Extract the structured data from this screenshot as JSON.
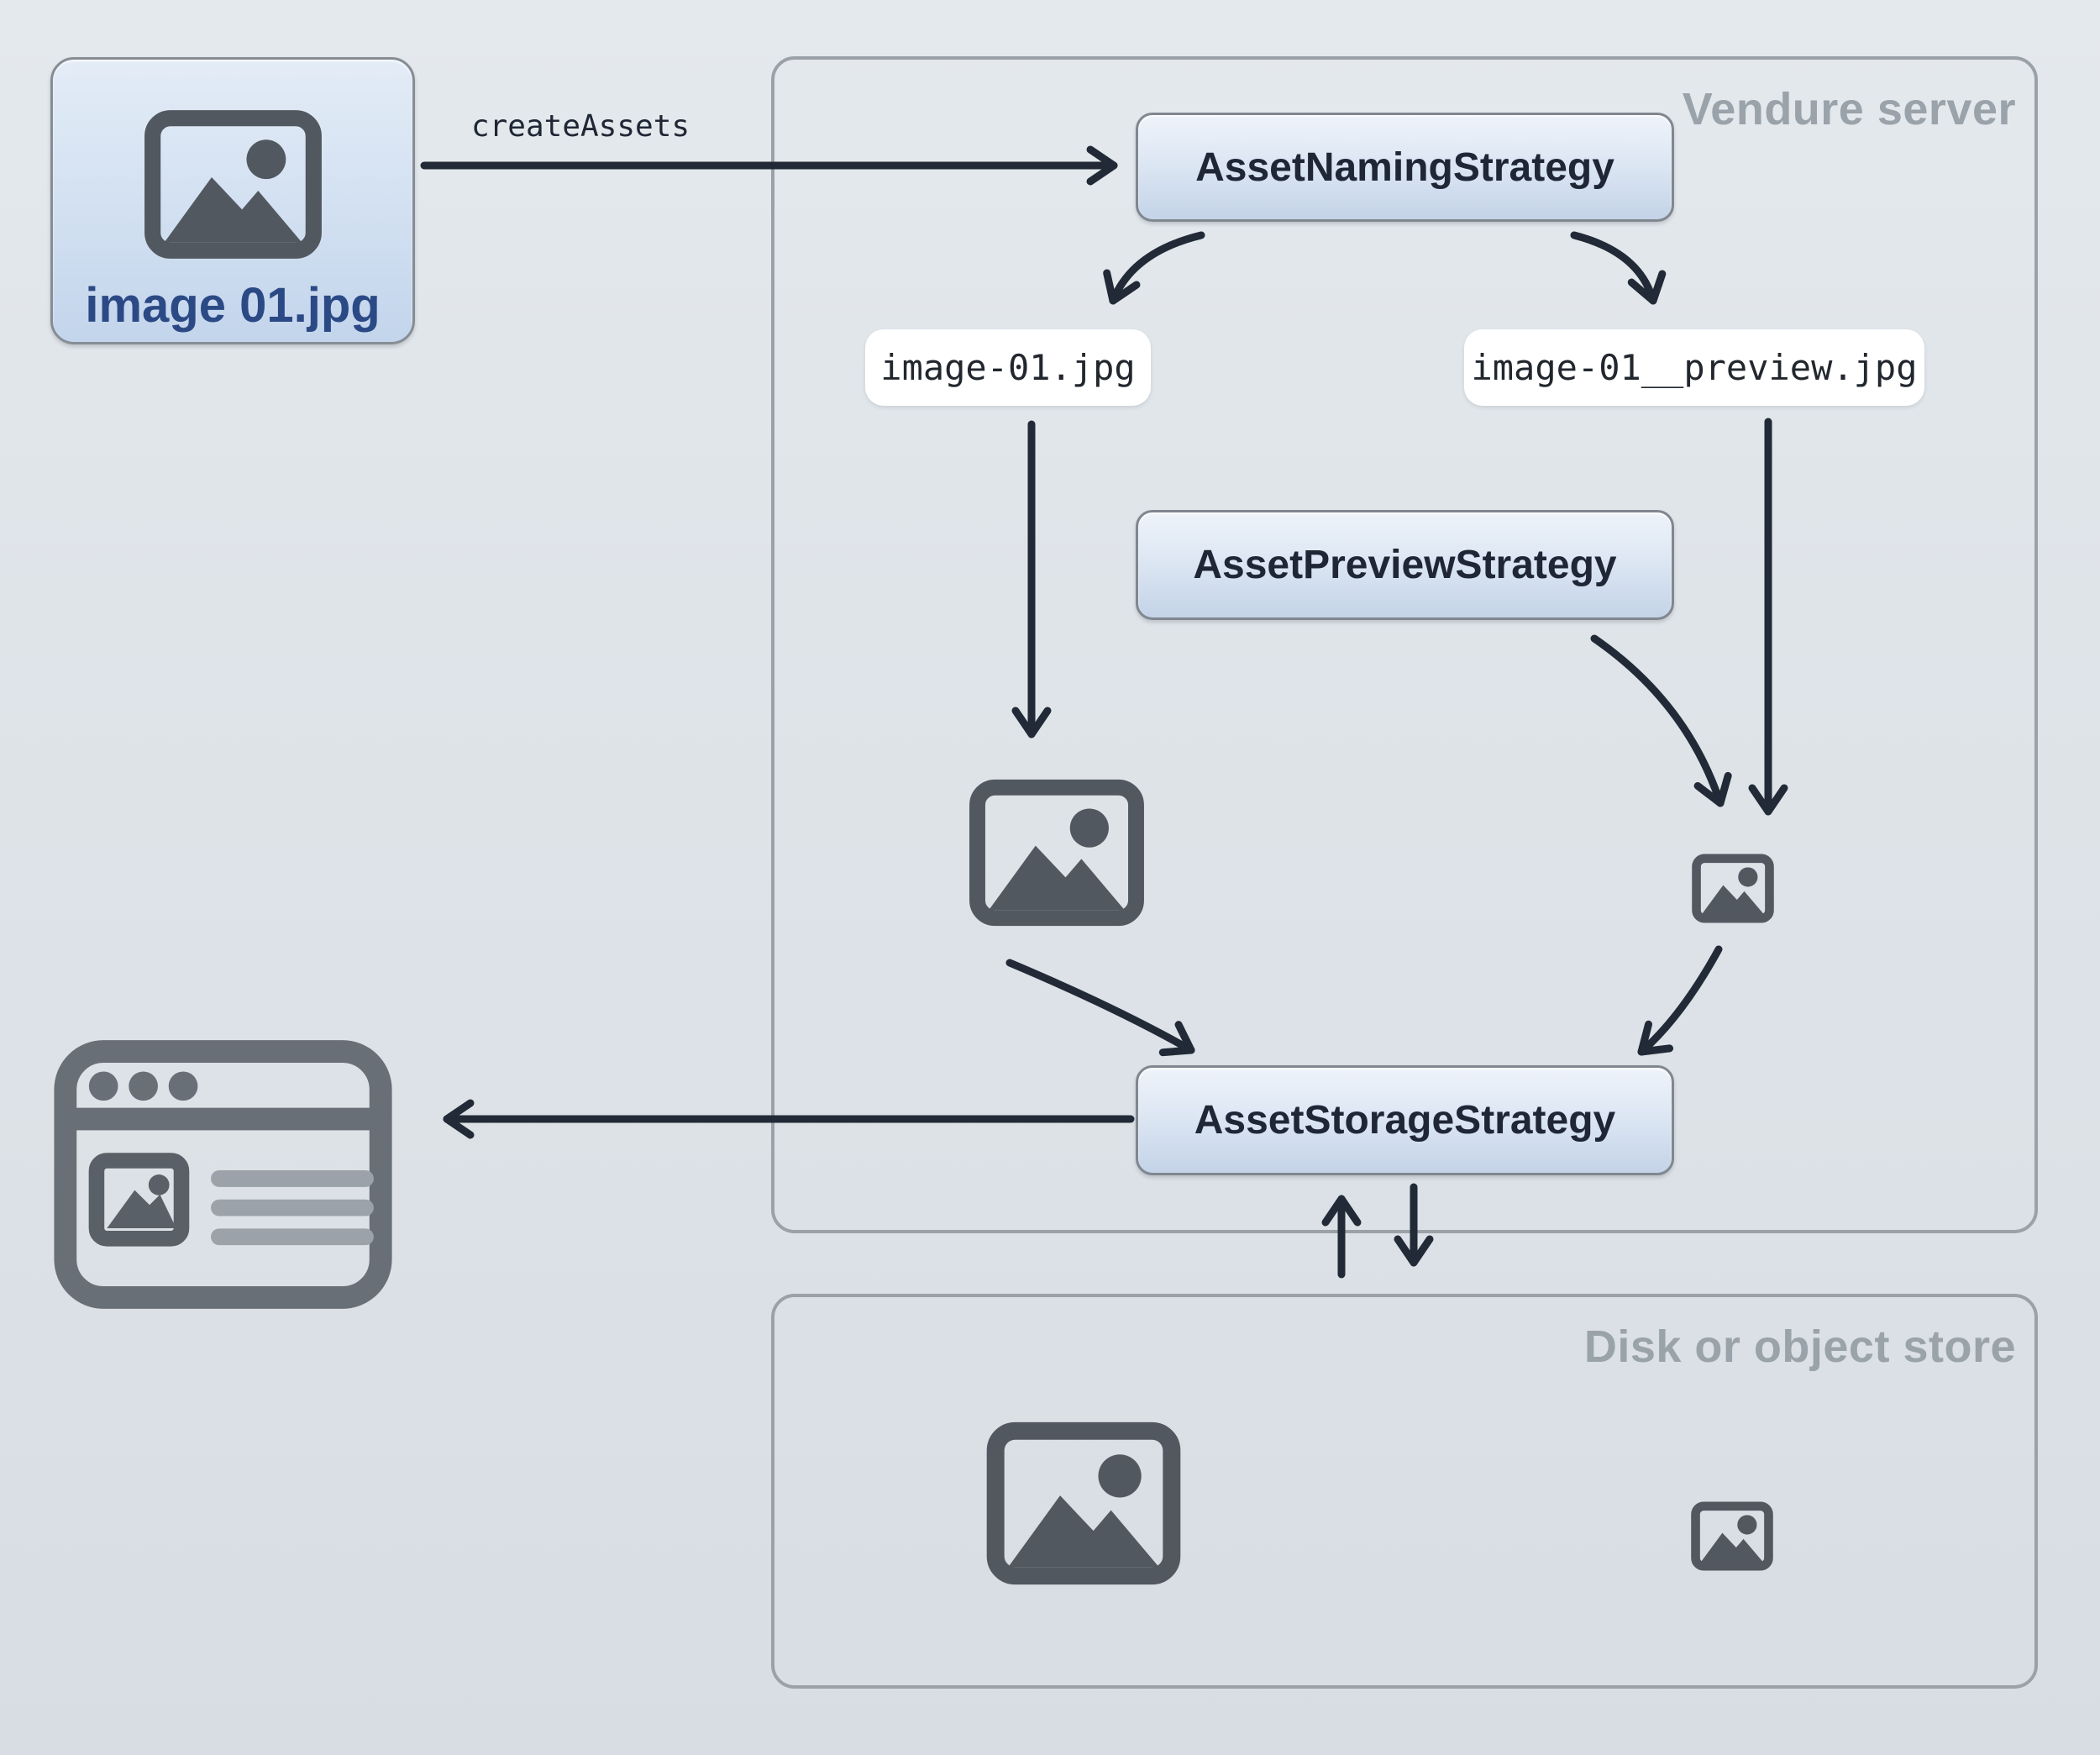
{
  "diagram": {
    "upload_file": {
      "label": "image 01.jpg"
    },
    "create_assets_label": "createAssets",
    "server": {
      "title": "Vendure server",
      "naming_strategy_label": "AssetNamingStrategy",
      "preview_strategy_label": "AssetPreviewStrategy",
      "storage_strategy_label": "AssetStorageStrategy",
      "source_filename": "image-01.jpg",
      "preview_filename": "image-01__preview.jpg"
    },
    "store": {
      "title": "Disk or object store"
    }
  },
  "colors": {
    "background_top": "#e4e9ed",
    "background_bottom": "#d7dde2",
    "node_gradient_top": "#eef3fa",
    "node_gradient_bottom": "#c4d3e8",
    "node_border": "#80878f",
    "node_text": "#1f2737",
    "container_border": "#9aa1a7",
    "container_label": "#9aa2aa",
    "pill_background": "#ffffff",
    "pill_text": "#22272e",
    "upload_label_text": "#2b4a85",
    "image_icon": "#52585f",
    "browser_icon_frame": "#696f76",
    "browser_icon_lines": "#9ba2a9",
    "arrow": "#212a36"
  }
}
